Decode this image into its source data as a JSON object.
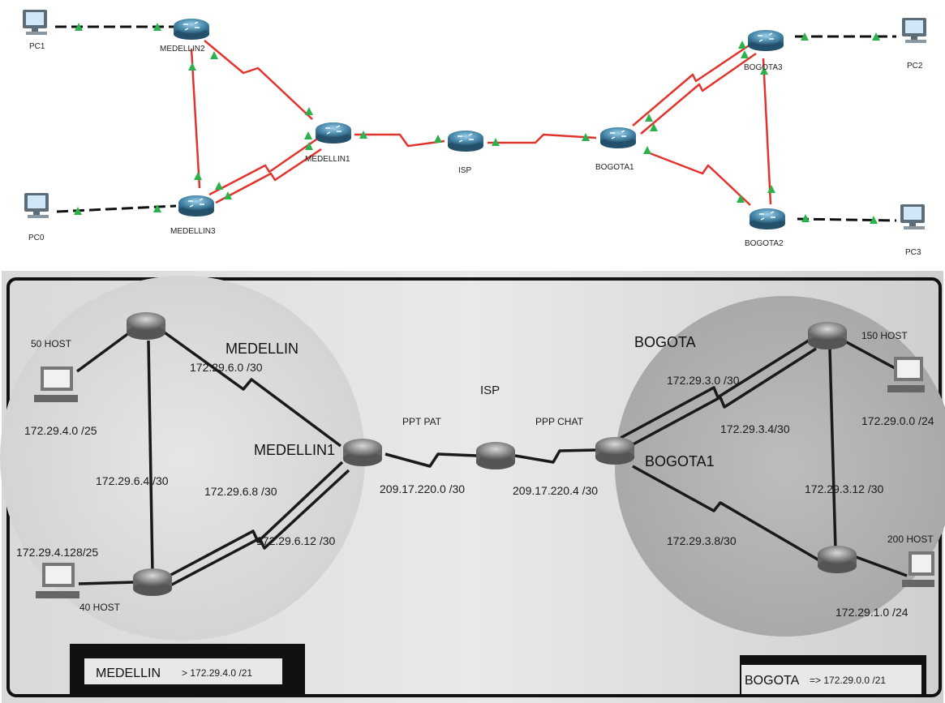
{
  "topology": {
    "devices": {
      "pc1": "PC1",
      "pc0": "PC0",
      "pc2": "PC2",
      "pc3": "PC3",
      "medellin2": "MEDELLIN2",
      "medellin1": "MEDELLIN1",
      "medellin3": "MEDELLIN3",
      "isp": "ISP",
      "bogota1": "BOGOTA1",
      "bogota2": "BOGOTA2",
      "bogota3": "BOGOTA3"
    },
    "colors": {
      "serial_link": "#e0342c",
      "ethernet_link": "#111111",
      "link_up": "#2bb24c",
      "router_body": "#4d8eb0"
    }
  },
  "plan": {
    "regions": {
      "medellin": "MEDELLIN",
      "bogota": "BOGOTA",
      "isp": "ISP"
    },
    "routers": {
      "medellin1": "MEDELLIN1",
      "bogota1": "BOGOTA1"
    },
    "hosts": {
      "med_top": "50 HOST",
      "med_bottom": "40 HOST",
      "bog_top": "150 HOST",
      "bog_bottom": "200 HOST"
    },
    "lans": {
      "med_top": "172.29.4.0 /25",
      "med_bottom": "172.29.4.128/25",
      "bog_top": "172.29.0.0 /24",
      "bog_bottom": "172.29.1.0 /24"
    },
    "links": {
      "med_a": "172.29.6.0 /30",
      "med_b": "172.29.6.4 /30",
      "med_c": "172.29.6.8 /30",
      "med_d": "172.29.6.12 /30",
      "isp_left": "209.17.220.0 /30",
      "isp_right": "209.17.220.4 /30",
      "bog_a": "172.29.3.0 /30",
      "bog_b": "172.29.3.4/30",
      "bog_c": "172.29.3.12 /30",
      "bog_d": "172.29.3.8/30"
    },
    "protocols": {
      "left": "PPT PAT",
      "right": "PPP CHAT"
    },
    "summaries": {
      "medellin_name": "MEDELLIN",
      "medellin_value": "> 172.29.4.0 /21",
      "bogota_name": "BOGOTA",
      "bogota_value": "=> 172.29.0.0 /21"
    }
  }
}
